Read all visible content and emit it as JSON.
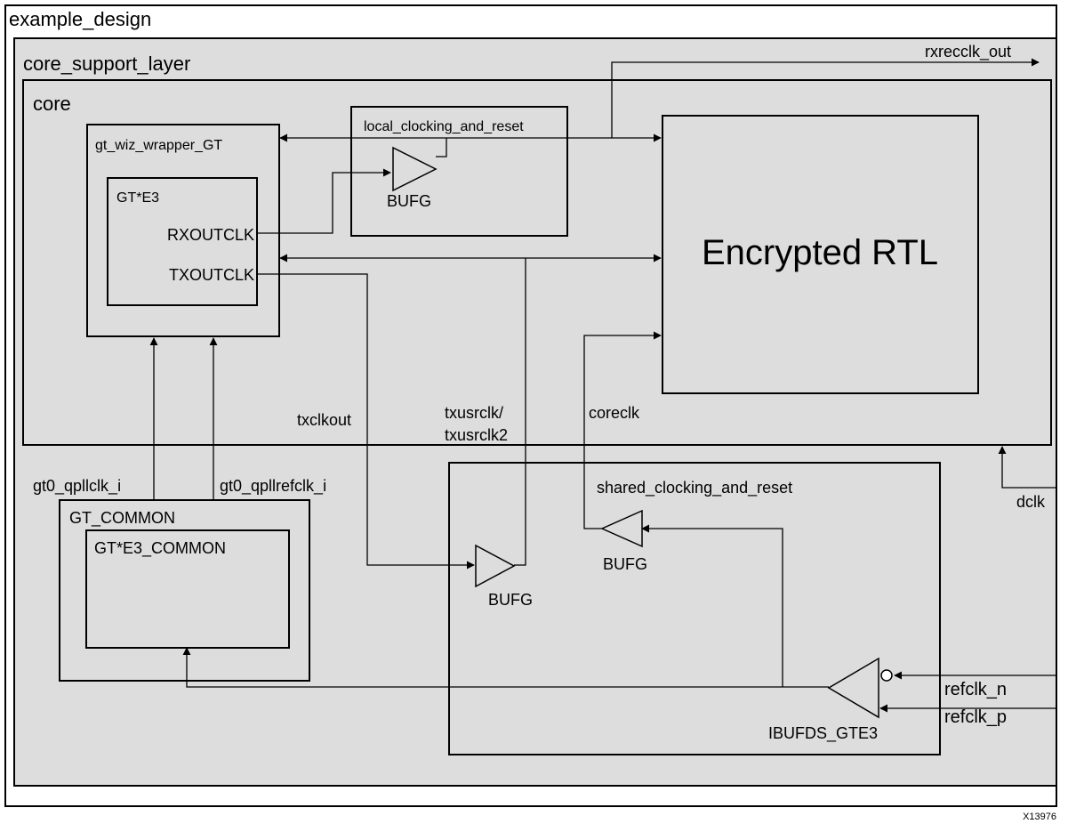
{
  "blocks": {
    "example_design": "example_design",
    "core_support_layer": "core_support_layer",
    "core": "core",
    "gt_wiz_wrapper": "gt_wiz_wrapper_GT",
    "gt_e3": "GT*E3",
    "local_clocking": "local_clocking_and_reset",
    "encrypted_rtl": "Encrypted RTL",
    "gt_common": "GT_COMMON",
    "gt_e3_common": "GT*E3_COMMON",
    "shared_clocking": "shared_clocking_and_reset"
  },
  "ports": {
    "rxoutclk": "RXOUTCLK",
    "txoutclk": "TXOUTCLK"
  },
  "buffers": {
    "bufg_local": "BUFG",
    "bufg_coreclk": "BUFG",
    "bufg_txusrclk": "BUFG",
    "ibufds": "IBUFDS_GTE3"
  },
  "signals": {
    "rxrecclk_out": "rxrecclk_out",
    "txclkout": "txclkout",
    "txusrclk_line1": "txusrclk/",
    "txusrclk_line2": "txusrclk2",
    "coreclk": "coreclk",
    "gt0_qpllclk_i": "gt0_qpllclk_i",
    "gt0_qpllrefclk_i": "gt0_qpllrefclk_i",
    "dclk": "dclk",
    "refclk_n": "refclk_n",
    "refclk_p": "refclk_p"
  },
  "figure_id": "X13976"
}
